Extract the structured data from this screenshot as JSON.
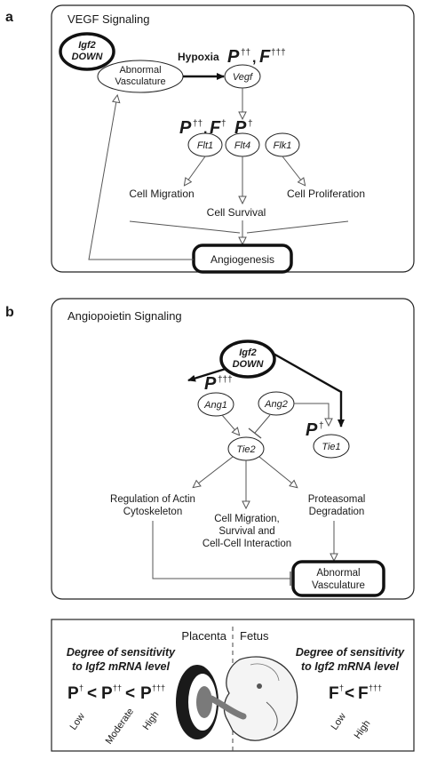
{
  "panel_a": {
    "letter": "a",
    "title": "VEGF Signaling",
    "igf2": "Igf2",
    "down": "DOWN",
    "abnormal_1": "Abnormal",
    "abnormal_2": "Vasculature",
    "hypoxia": "Hypoxia",
    "vegf": "Vegf",
    "flt1": "Flt1",
    "flt4": "Flt4",
    "flk1": "Flk1",
    "cell_migration": "Cell Migration",
    "cell_proliferation": "Cell Proliferation",
    "cell_survival": "Cell Survival",
    "angiogenesis": "Angiogenesis"
  },
  "panel_b": {
    "letter": "b",
    "title": "Angiopoietin Signaling",
    "igf2": "Igf2",
    "down": "DOWN",
    "ang1": "Ang1",
    "ang2": "Ang2",
    "tie2": "Tie2",
    "tie1": "Tie1",
    "actin_1": "Regulation of Actin",
    "actin_2": "Cytoskeleton",
    "migration_1": "Cell Migration,",
    "migration_2": "Survival and",
    "migration_3": "Cell-Cell Interaction",
    "proteasomal_1": "Proteasomal",
    "proteasomal_2": "Degradation",
    "abnormal_1": "Abnormal",
    "abnormal_2": "Vasculature"
  },
  "panel_c": {
    "placenta": "Placenta",
    "fetus": "Fetus",
    "left_heading_1": "Degree of sensitivity",
    "left_heading_2": "to Igf2 mRNA level",
    "right_heading_1": "Degree of sensitivity",
    "right_heading_2": "to Igf2 mRNA level",
    "low": "Low",
    "moderate": "Moderate",
    "high": "High",
    "low_f": "Low",
    "high_f": "High"
  },
  "symbols": {
    "p": "P",
    "f": "F",
    "lt": "<",
    "d1": "†",
    "d2": "††",
    "d3": "†††",
    "comma": ","
  }
}
